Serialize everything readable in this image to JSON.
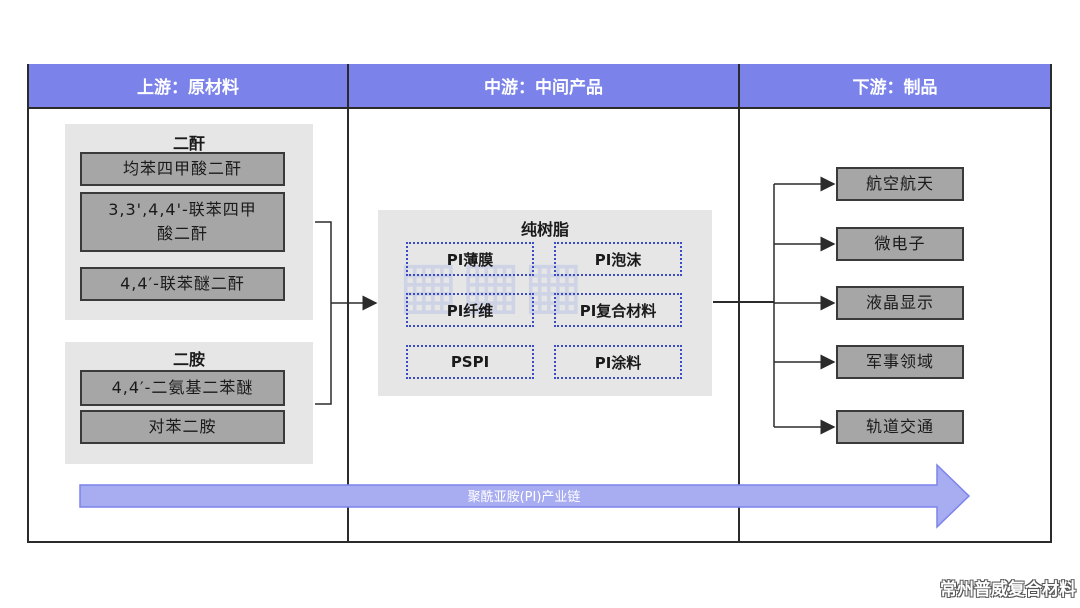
{
  "headers": {
    "upstream": "上游：原材料",
    "midstream": "中游：中间产品",
    "downstream": "下游：制品"
  },
  "upstream": {
    "dianhydride": {
      "title": "二酐",
      "items": [
        "均苯四甲酸二酐",
        "3,3',4,4'-联苯四甲\n酸二酐",
        "4,4′-联苯醚二酐"
      ]
    },
    "diamine": {
      "title": "二胺",
      "items": [
        "4,4′-二氨基二苯醚",
        "对苯二胺"
      ]
    }
  },
  "midstream": {
    "title": "纯树脂",
    "items": [
      "PI薄膜",
      "PI泡沫",
      "PI纤维",
      "PI复合材料",
      "PSPI",
      "PI涂料"
    ]
  },
  "downstream": {
    "items": [
      "航空航天",
      "微电子",
      "液晶显示",
      "军事领域",
      "轨道交通"
    ]
  },
  "arrow_label": "聚酰亚胺(PI)产业链",
  "brand": "常州普威复合材料",
  "colors": {
    "header_bg": "#7b83ea",
    "arrow_fill": "#a8acf0",
    "arrow_stroke": "#7b83ea",
    "dotted_border": "#3b4bc8",
    "box_fill": "#a6a6a6"
  }
}
